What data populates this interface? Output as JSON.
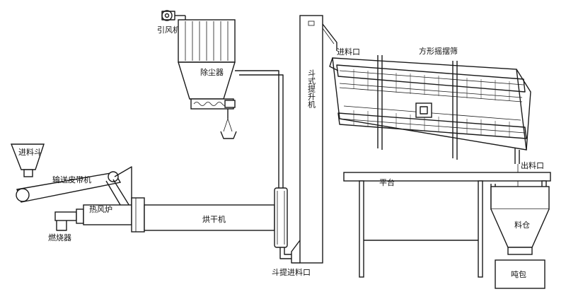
{
  "labels": {
    "induced_fan": "引风机",
    "dust_collector": "除尘器",
    "bucket_elevator": "斗式提升机",
    "feed_inlet": "进料口",
    "square_swing_screen": "方形摇摆筛",
    "discharge_outlet": "出料口",
    "platform": "平台",
    "hopper": "进料斗",
    "belt_conveyor": "输送皮带机",
    "hot_air_furnace": "热风炉",
    "burner": "燃烧器",
    "dryer": "烘干机",
    "bin": "料仓",
    "elevator_feed_inlet": "斗提进料口",
    "ton_bag": "吨包"
  }
}
